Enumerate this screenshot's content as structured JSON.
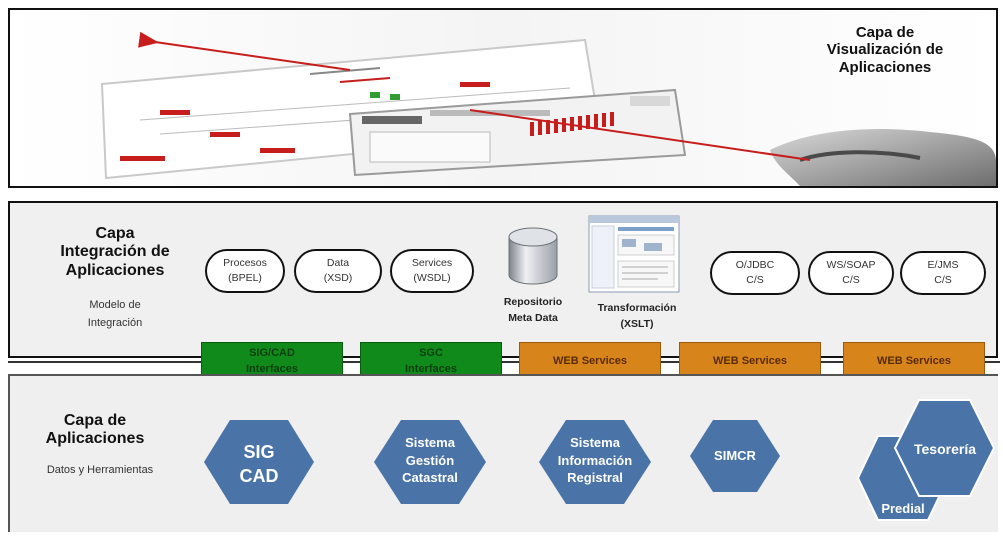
{
  "visualization_layer": {
    "title_line1": "Capa de",
    "title_line2": "Visualización de",
    "title_line3": "Aplicaciones"
  },
  "integration_layer": {
    "title_line1": "Capa",
    "title_line2": "Integración de",
    "title_line3": "Aplicaciones",
    "subtitle_line1": "Modelo de",
    "subtitle_line2": "Integración",
    "pills": [
      {
        "line1": "Procesos",
        "line2": "(BPEL)"
      },
      {
        "line1": "Data",
        "line2": "(XSD)"
      },
      {
        "line1": "Services",
        "line2": "(WSDL)"
      },
      {
        "line1": "O/JDBC",
        "line2": "C/S"
      },
      {
        "line1": "WS/SOAP",
        "line2": "C/S"
      },
      {
        "line1": "E/JMS",
        "line2": "C/S"
      }
    ],
    "repository": {
      "line1": "Repositorio",
      "line2": "Meta Data"
    },
    "transformation": {
      "line1": "Transformación",
      "line2": "(XSLT)"
    },
    "bars": [
      {
        "line1": "SIG/CAD",
        "line2": "Interfaces",
        "color": "#118a1c"
      },
      {
        "line1": "SGC",
        "line2": "Interfaces",
        "color": "#118a1c"
      },
      {
        "line1": "WEB Services",
        "line2": "",
        "color": "#d7841b"
      },
      {
        "line1": "WEB Services",
        "line2": "",
        "color": "#d7841b"
      },
      {
        "line1": "WEB Services",
        "line2": "",
        "color": "#d7841b"
      }
    ]
  },
  "applications_layer": {
    "title_line1": "Capa de",
    "title_line2": "Aplicaciones",
    "subtitle": "Datos y Herramientas",
    "hex_color": "#4a73a8",
    "systems": [
      {
        "line1": "SIG",
        "line2": "CAD",
        "line3": ""
      },
      {
        "line1": "Sistema",
        "line2": "Gestión",
        "line3": "Catastral"
      },
      {
        "line1": "Sistema",
        "line2": "Información",
        "line3": "Registral"
      },
      {
        "line1": "SIMCR",
        "line2": "",
        "line3": ""
      },
      {
        "line1": "Predial",
        "line2": "",
        "line3": ""
      },
      {
        "line1": "Tesorería",
        "line2": "",
        "line3": ""
      }
    ]
  }
}
